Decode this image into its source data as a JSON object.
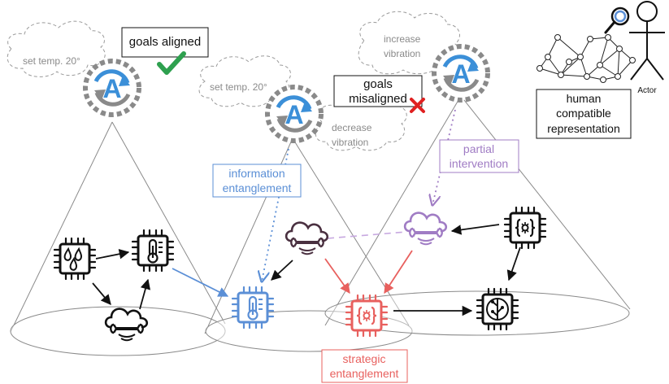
{
  "agents": [
    {
      "cloud_text": "set temp. 20°"
    },
    {
      "cloud_text": "set temp. 20°",
      "cloud2_lines": [
        "decrease",
        "vibration"
      ]
    },
    {
      "cloud_lines": [
        "increase",
        "vibration"
      ]
    }
  ],
  "agent_letter": "A",
  "goals_aligned": "goals aligned",
  "goals_misaligned": [
    "goals",
    "misaligned"
  ],
  "information_entanglement": [
    "information",
    "entanglement"
  ],
  "partial_intervention": [
    "partial",
    "intervention"
  ],
  "strategic_entanglement": [
    "strategic",
    "entanglement"
  ],
  "human_compatible": [
    "human",
    "compatible",
    "representation"
  ],
  "actor_label": "Actor",
  "colors": {
    "blue": "#5b8fd6",
    "purple": "#a07cc4",
    "red": "#e8605e",
    "gray": "#8a8a8a",
    "agent_blue": "#3b8fd8",
    "check_green": "#2ea04f",
    "cross_red": "#e02020"
  },
  "icons": [
    "droplets-chip-icon",
    "thermometer-chip-icon",
    "cloud-wrench-icon",
    "code-chip-icon",
    "network-chip-icon",
    "agent-cycle-icon",
    "magnifier-icon",
    "stick-figure-icon",
    "graph-network-icon"
  ]
}
